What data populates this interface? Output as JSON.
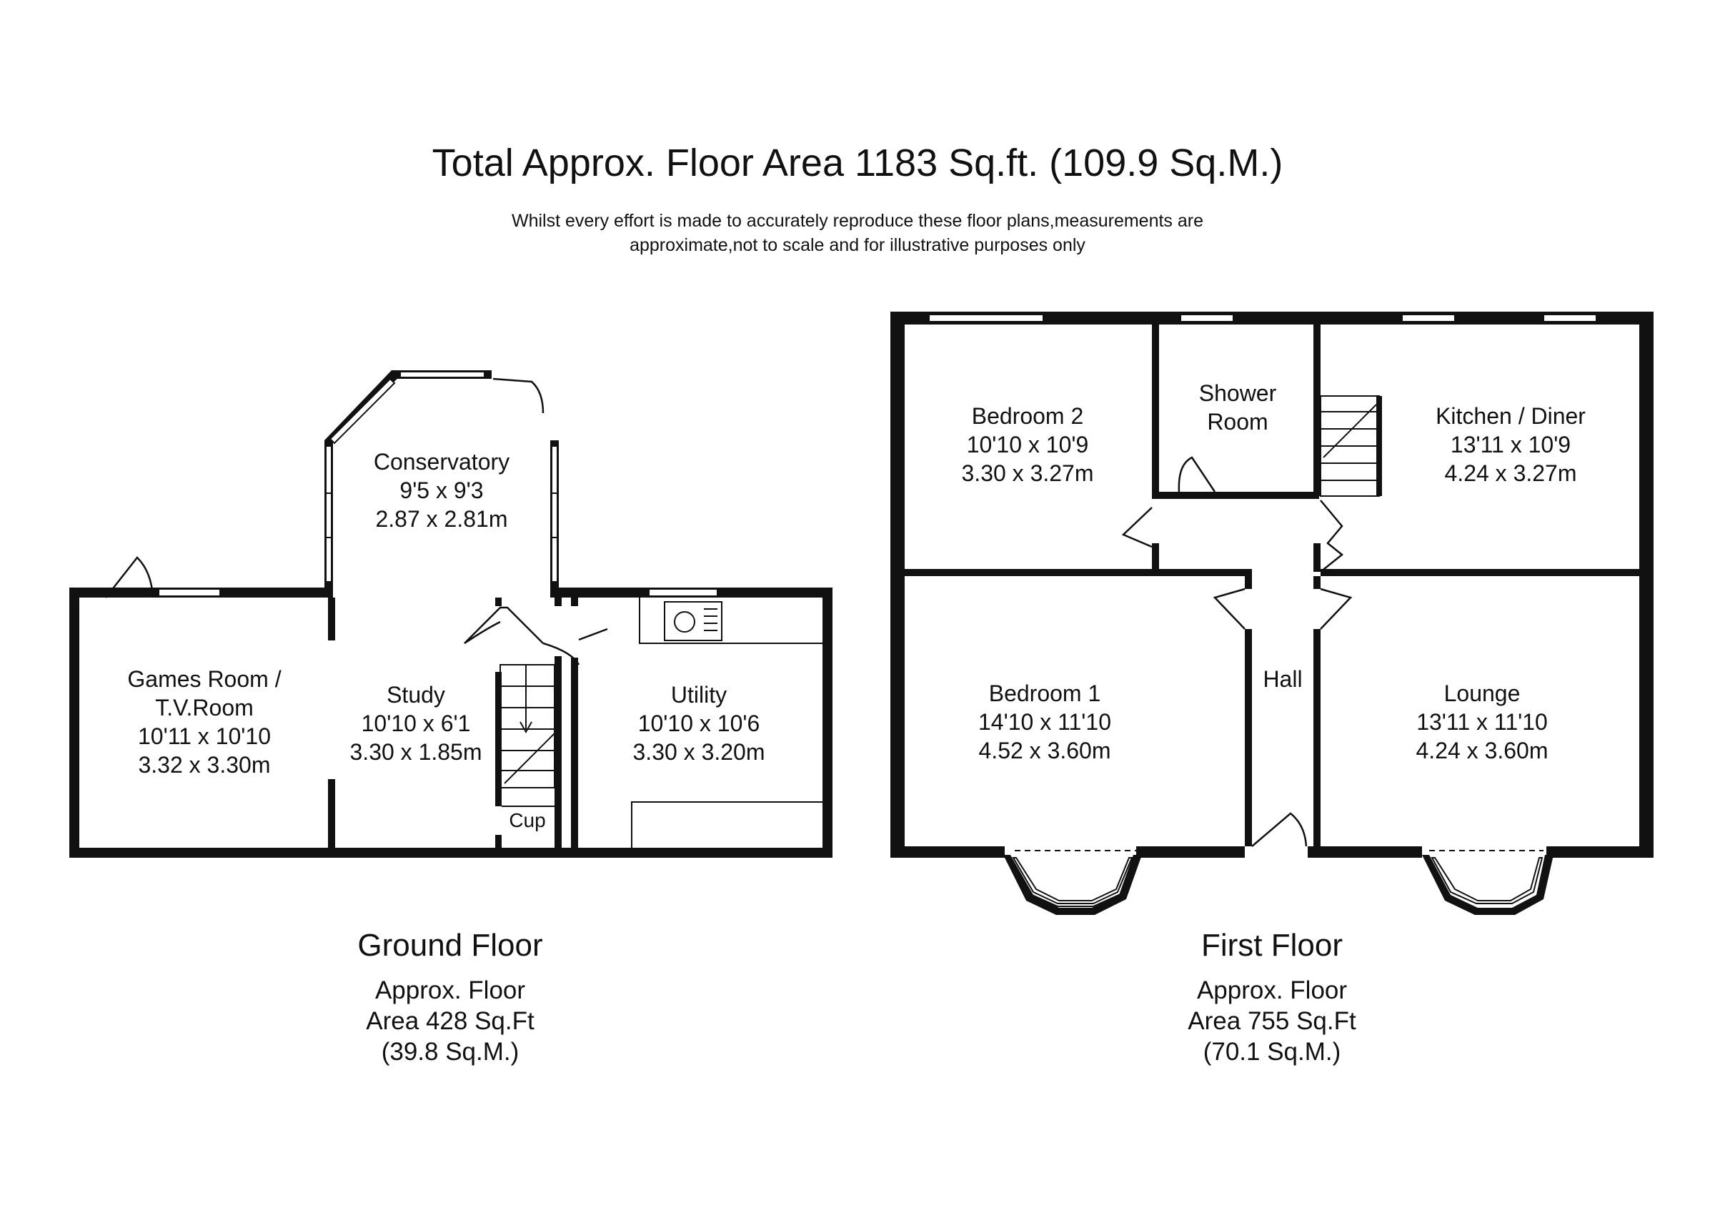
{
  "header": {
    "title": "Total Approx. Floor Area 1183 Sq.ft. (109.9 Sq.M.)",
    "disclaimer_line1": "Whilst every effort is made to accurately reproduce these floor plans,measurements are",
    "disclaimer_line2": "approximate,not to scale and for illustrative purposes only"
  },
  "ground_floor": {
    "name": "Ground Floor",
    "area_line1": "Approx. Floor",
    "area_line2": "Area 428 Sq.Ft",
    "area_line3": "(39.8 Sq.M.)",
    "rooms": {
      "conservatory": {
        "name": "Conservatory",
        "imperial": "9'5 x 9'3",
        "metric": "2.87 x 2.81m"
      },
      "games_room": {
        "name_line1": "Games Room /",
        "name_line2": "T.V.Room",
        "imperial": "10'11 x 10'10",
        "metric": "3.32 x 3.30m"
      },
      "study": {
        "name": "Study",
        "imperial": "10'10 x 6'1",
        "metric": "3.30 x 1.85m"
      },
      "utility": {
        "name": "Utility",
        "imperial": "10'10 x 10'6",
        "metric": "3.30 x 3.20m"
      },
      "cup": {
        "name": "Cup"
      }
    }
  },
  "first_floor": {
    "name": "First Floor",
    "area_line1": "Approx. Floor",
    "area_line2": "Area 755 Sq.Ft",
    "area_line3": "(70.1 Sq.M.)",
    "rooms": {
      "bedroom2": {
        "name": "Bedroom 2",
        "imperial": "10'10 x 10'9",
        "metric": "3.30 x 3.27m"
      },
      "shower_room": {
        "name_line1": "Shower",
        "name_line2": "Room"
      },
      "kitchen": {
        "name": "Kitchen / Diner",
        "imperial": "13'11 x 10'9",
        "metric": "4.24 x 3.27m"
      },
      "bedroom1": {
        "name": "Bedroom 1",
        "imperial": "14'10 x 11'10",
        "metric": "4.52 x 3.60m"
      },
      "hall": {
        "name": "Hall"
      },
      "lounge": {
        "name": "Lounge",
        "imperial": "13'11 x 11'10",
        "metric": "4.24 x 3.60m"
      }
    }
  }
}
